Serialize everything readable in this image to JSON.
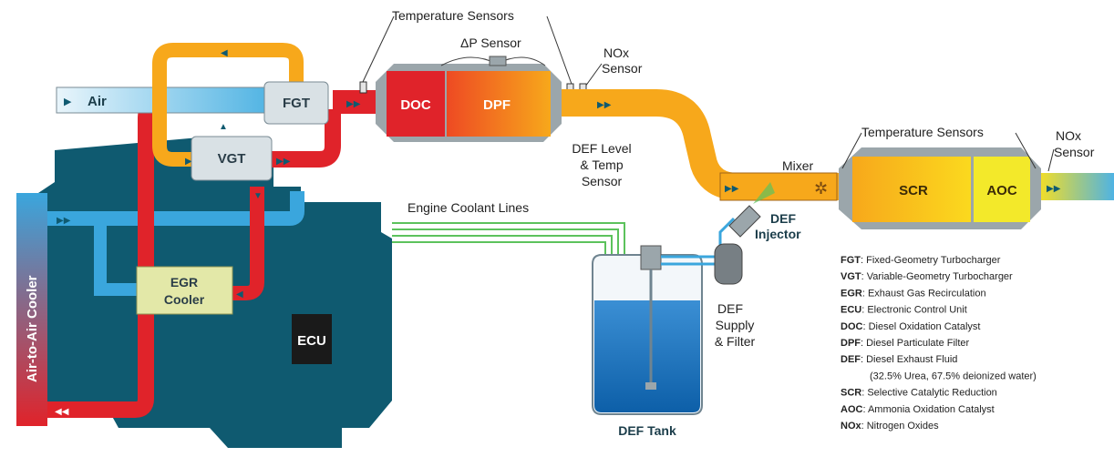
{
  "labels": {
    "air": "Air",
    "fgt": "FGT",
    "vgt": "VGT",
    "doc": "DOC",
    "dpf": "DPF",
    "egr_line1": "EGR",
    "egr_line2": "Cooler",
    "ecu": "ECU",
    "air_to_air_cooler": "Air-to-Air Cooler",
    "temp_sensors_1": "Temperature Sensors",
    "dp_sensor": "ΔP Sensor",
    "nox_sensor_1_l1": "NOx",
    "nox_sensor_1_l2": "Sensor",
    "def_level_l1": "DEF Level",
    "def_level_l2": "& Temp",
    "def_level_l3": "Sensor",
    "coolant_lines": "Engine Coolant Lines",
    "mixer": "Mixer",
    "temp_sensors_2": "Temperature Sensors",
    "nox_sensor_2_l1": "NOx",
    "nox_sensor_2_l2": "Sensor",
    "scr": "SCR",
    "aoc": "AOC",
    "def_injector_l1": "DEF",
    "def_injector_l2": "Injector",
    "def_supply_l1": "DEF",
    "def_supply_l2": "Supply",
    "def_supply_l3": "& Filter",
    "def_tank": "DEF Tank"
  },
  "legend": [
    {
      "abbr": "FGT",
      "desc": ": Fixed-Geometry Turbocharger"
    },
    {
      "abbr": "VGT",
      "desc": ": Variable-Geometry Turbocharger"
    },
    {
      "abbr": "EGR",
      "desc": ": Exhaust Gas Recirculation"
    },
    {
      "abbr": "ECU",
      "desc": ": Electronic Control Unit"
    },
    {
      "abbr": "DOC",
      "desc": ": Diesel Oxidation Catalyst"
    },
    {
      "abbr": "DPF",
      "desc": ": Diesel Particulate Filter"
    },
    {
      "abbr": "DEF",
      "desc": ": Diesel Exhaust Fluid"
    },
    {
      "abbr": "",
      "desc": "(32.5% Urea, 67.5% deionized water)"
    },
    {
      "abbr": "SCR",
      "desc": ": Selective Catalytic Reduction"
    },
    {
      "abbr": "AOC",
      "desc": ": Ammonia Oxidation Catalyst"
    },
    {
      "abbr": "NOx",
      "desc": ": Nitrogen Oxides"
    }
  ],
  "colors": {
    "engine": "#0f5a70",
    "exhaust_hot": "#e0232a",
    "exhaust_warm": "#f7a81b",
    "air": "#3aa6dd",
    "coolant": "#5cc25c"
  }
}
